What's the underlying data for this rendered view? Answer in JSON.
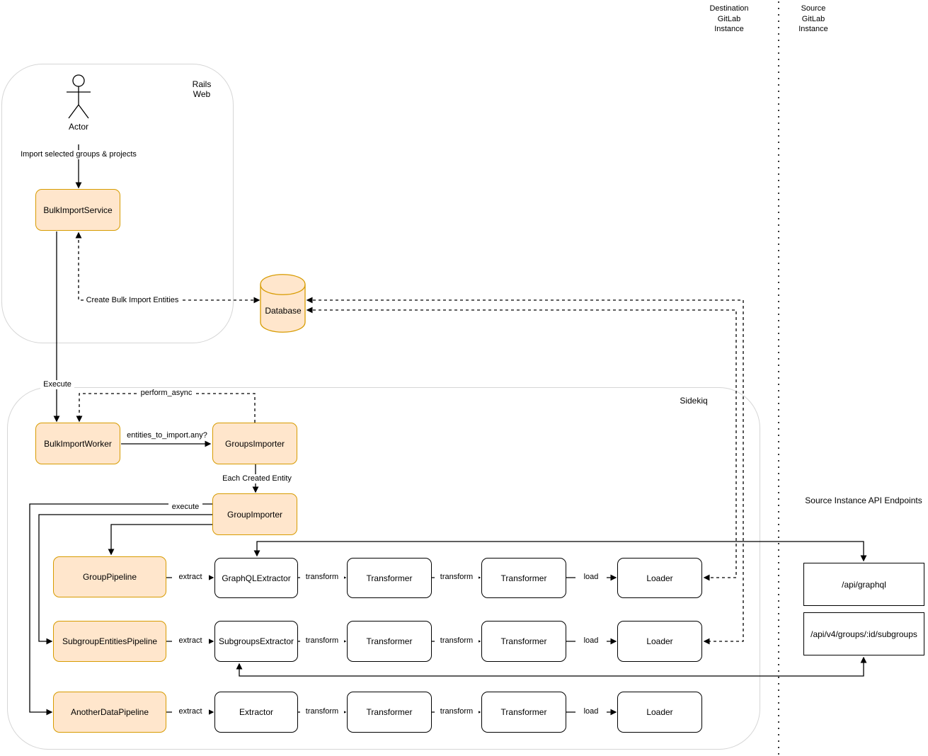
{
  "header": {
    "destination_lane": [
      "Destination",
      "GitLab",
      "Instance"
    ],
    "source_lane": [
      "Source",
      "GitLab",
      "Instance"
    ]
  },
  "containers": {
    "rails_web": [
      "Rails",
      "Web"
    ],
    "sidekiq": "Sidekiq"
  },
  "actor": {
    "label": "Actor"
  },
  "nodes": {
    "bulk_import_service": "BulkImportService",
    "database": "Database",
    "bulk_import_worker": "BulkImportWorker",
    "groups_importer": "GroupsImporter",
    "group_importer": "GroupImporter"
  },
  "pipelines": [
    {
      "name": "GroupPipeline",
      "extractor": "GraphQLExtractor",
      "transformer1": "Transformer",
      "transformer2": "Transformer",
      "loader": "Loader"
    },
    {
      "name": "SubgroupEntitiesPipeline",
      "extractor": "SubgroupsExtractor",
      "transformer1": "Transformer",
      "transformer2": "Transformer",
      "loader": "Loader"
    },
    {
      "name": "AnotherDataPipeline",
      "extractor": "Extractor",
      "transformer1": "Transformer",
      "transformer2": "Transformer",
      "loader": "Loader"
    }
  ],
  "api": {
    "section_title": "Source Instance API Endpoints",
    "endpoints": [
      "/api/graphql",
      "/api/v4/groups/:id/subgroups"
    ]
  },
  "edge_labels": {
    "import_selected": "Import selected groups & projects",
    "create_entities": "Create Bulk Import Entities",
    "execute_service": "Execute",
    "perform_async": "perform_async",
    "entities_any": "entities_to_import.any?",
    "each_created": "Each Created Entity",
    "execute_importer": "execute",
    "extract": "extract",
    "transform": "transform",
    "load": "load"
  },
  "colors": {
    "node_fill": "#ffe6cc",
    "node_stroke": "#d79b00",
    "container_stroke": "#d6d6d6",
    "line": "#000000"
  }
}
